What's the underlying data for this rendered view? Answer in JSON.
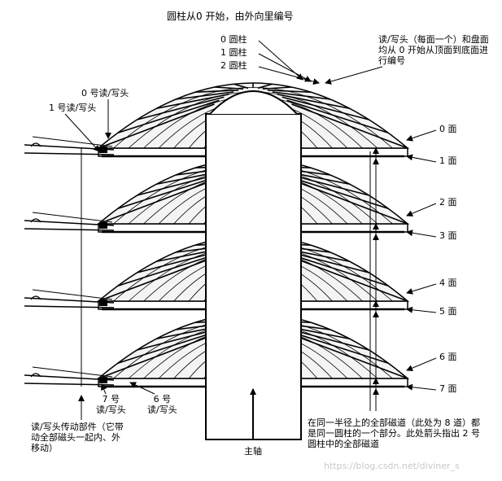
{
  "title": "圆柱从0 开始，由外向里编号",
  "cylinders": [
    "0 圆柱",
    "1 圆柱",
    "2 圆柱"
  ],
  "head_note": "读/写头（每面一个）和盘面均从 0 开始从顶面到底面进行编号",
  "head_labels": {
    "head0": "0 号读/写头",
    "head1": "1 号读/写头",
    "head7": "7 号\n读/写头",
    "head6": "6 号\n读/写头"
  },
  "surfaces": [
    "0 面",
    "1 面",
    "2 面",
    "3 面",
    "4 面",
    "5 面",
    "6 面",
    "7 面"
  ],
  "actuator": "读/写头传动部件（它带动全部磁头一起内、外移动）",
  "spindle": "主轴",
  "track_note": "在同一半径上的全部磁道（此处为 8 道）都是同一圆柱的一个部分。此处箭头指出 2 号圆柱中的全部磁道",
  "watermark": "https://blog.csdn.net/diviner_s",
  "colors": {
    "ink": "#000000",
    "paper": "#ffffff",
    "watermark": "#c8c8c8"
  },
  "platter_count": 4,
  "head_count": 8
}
